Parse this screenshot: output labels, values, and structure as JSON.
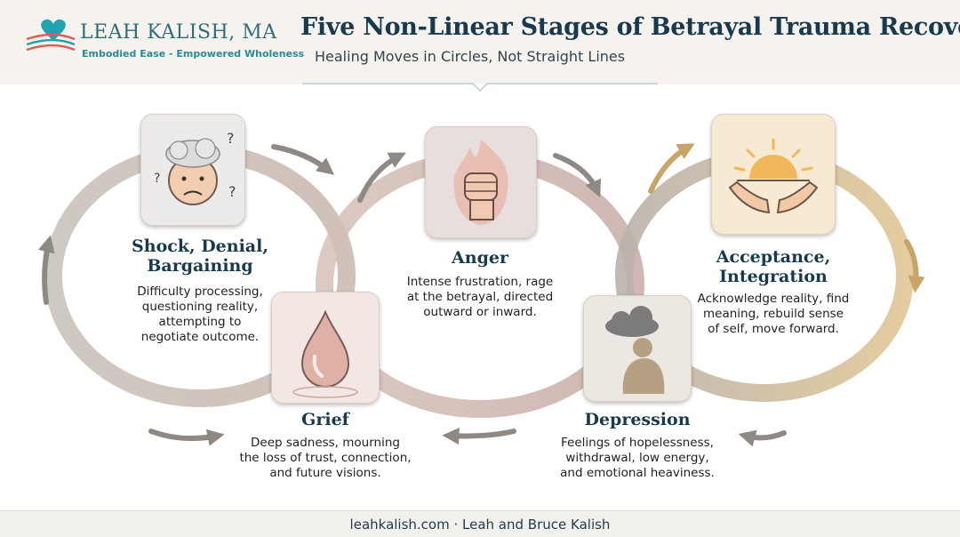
{
  "header": {
    "logo_title": "LEAH KALISH, MA",
    "logo_tagline": "Embodied Ease - Empowered Wholeness",
    "title": "Five Non-Linear Stages of Betrayal Trauma Recovery",
    "subtitle": "Healing Moves in Circles, Not Straight Lines"
  },
  "stages": [
    {
      "icon": "confused-face-icon",
      "title_lines": [
        "Shock, Denial,",
        "Bargaining"
      ],
      "desc_lines": [
        "Difficulty processing,",
        "questioning reality,",
        "attempting to",
        "negotiate outcome."
      ]
    },
    {
      "icon": "flaming-fist-icon",
      "title_lines": [
        "Anger"
      ],
      "desc_lines": [
        "Intense frustration, rage",
        "at the betrayal, directed",
        "outward or inward."
      ]
    },
    {
      "icon": "sun-in-hands-icon",
      "title_lines": [
        "Acceptance,",
        "Integration"
      ],
      "desc_lines": [
        "Acknowledge reality, find",
        "meaning, rebuild sense",
        "of self, move forward."
      ]
    },
    {
      "icon": "teardrop-icon",
      "title_lines": [
        "Grief"
      ],
      "desc_lines": [
        "Deep sadness, mourning",
        "the loss of trust, connection,",
        "and future visions."
      ]
    },
    {
      "icon": "rain-cloud-person-icon",
      "title_lines": [
        "Depression"
      ],
      "desc_lines": [
        "Feelings of hopelessness,",
        "withdrawal, low energy,",
        "and emotional heaviness."
      ]
    }
  ],
  "footer": {
    "text": "leahkalish.com · Leah and Bruce Kalish"
  }
}
